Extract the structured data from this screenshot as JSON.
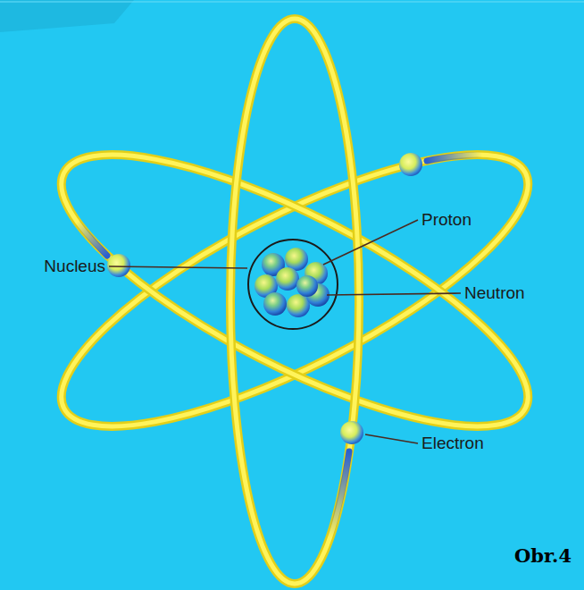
{
  "diagram": {
    "labels": [
      "Proton",
      "Nucleus",
      "Neutron",
      "Electron",
      "Obr.4"
    ]
  }
}
